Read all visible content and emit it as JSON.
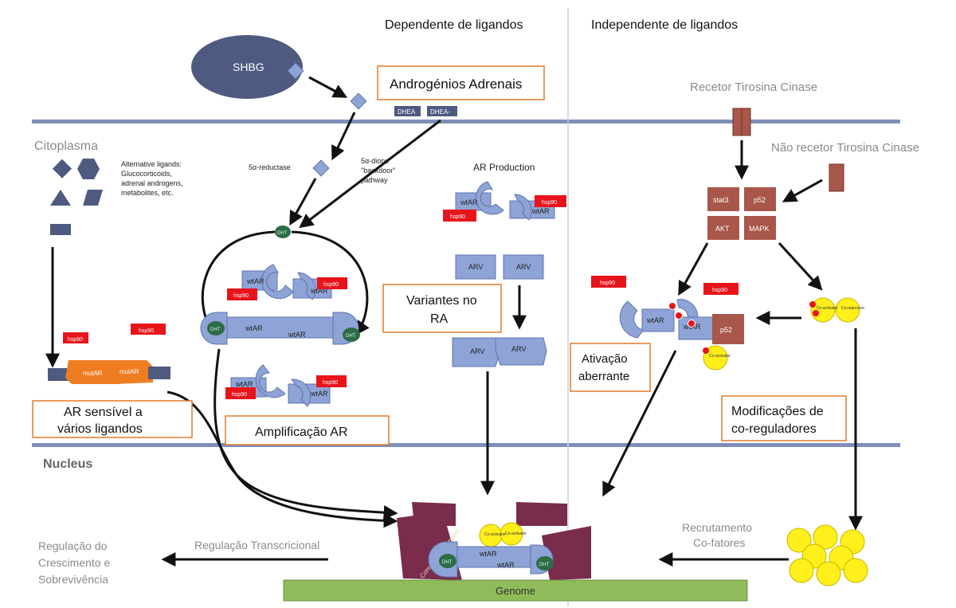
{
  "header": {
    "ligand_dependent": "Dependente de ligandos",
    "ligand_independent": "Independente de ligandos"
  },
  "compartments": {
    "cytoplasm": "Citoplasma",
    "nucleus": "Nucleus"
  },
  "proteins": {
    "shbg": "SHBG",
    "dhea_1": "DHEA",
    "dhea_2": "DHEA-",
    "dht": "DHT",
    "wtar": "wtAR",
    "mutar": "mutAR",
    "arv": "ARV",
    "hsp90": "hsp90",
    "stat3": "stat3",
    "p52": "p52",
    "akt": "AKT",
    "mapk": "MAPK",
    "coactivator": "Co-activator",
    "corepressor": "Co-repressor",
    "coregulator_complex": "Coregulator Complex",
    "genome": "Genome"
  },
  "small_labels": {
    "alt_ligands_1": "Alternative ligands:",
    "alt_ligands_2": "Glucocorticoids,",
    "alt_ligands_3": "adrenal androgens,",
    "alt_ligands_4": "metabolites, etc.",
    "reductase": "5α-reductase",
    "backdoor_1": "5α-dione",
    "backdoor_2": "\"backdoor\"",
    "backdoor_3": "pathway",
    "ar_production": "AR Production"
  },
  "boxed_labels": {
    "adrenal": "Androgénios Adrenais",
    "variants_1": "Variantes no",
    "variants_2": "RA",
    "aberrant_1": "Ativação",
    "aberrant_2": "aberrante",
    "sensitive_1": "AR sensível a",
    "sensitive_2": "vários ligandos",
    "amplification": "Amplificação AR",
    "coreg_mod_1": "Modificações de",
    "coreg_mod_2": "co-reguladores"
  },
  "gray_labels": {
    "rtk": "Recetor Tirosina Cinase",
    "nrtk": "Não recetor Tirosina Cinase",
    "recruit_1": "Recrutamento",
    "recruit_2": "Co-fatores",
    "transcription": "Regulação Transcricional",
    "growth_1": "Regulação do",
    "growth_2": "Crescimento e",
    "growth_3": "Sobrevivência"
  },
  "colors": {
    "membrane": "#7f8fb8",
    "receptor": "#8ea4d6",
    "receptor_dark": "#5f74ad",
    "shbg": "#4e5a80",
    "hsp90": "#e8141b",
    "kinase": "#a8574a",
    "dht": "#2e6b47",
    "coactivator": "#ffef1a",
    "complex": "#7a2c4c",
    "genome": "#8fbb5a",
    "box_border": "#e07b2a",
    "mutar": "#ee7d22"
  }
}
